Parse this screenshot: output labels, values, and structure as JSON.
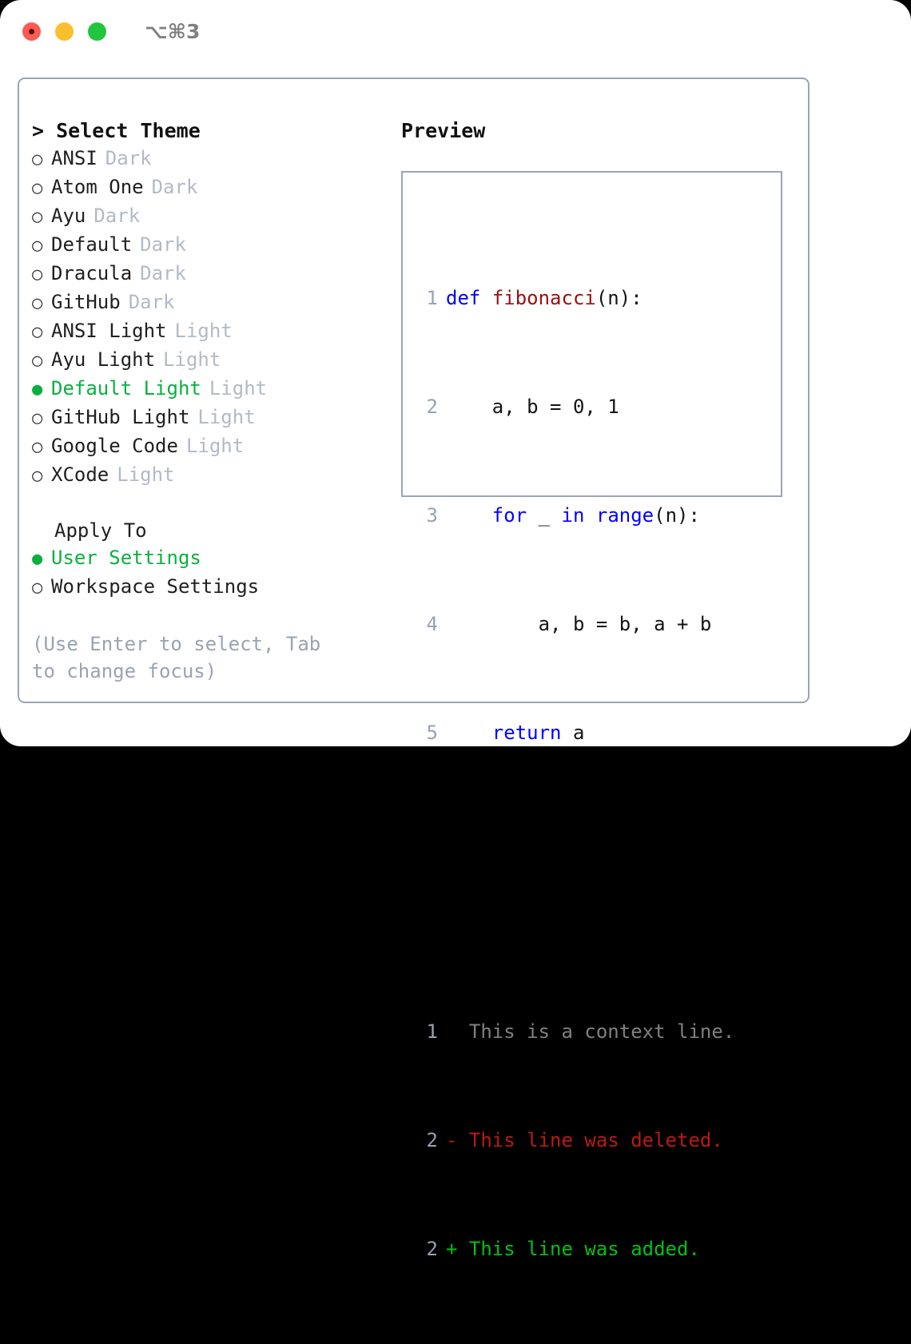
{
  "titlebar": {
    "buttons": [
      {
        "name": "close",
        "color": "#fb5b52"
      },
      {
        "name": "minimize",
        "color": "#fbbf2d"
      },
      {
        "name": "zoom",
        "color": "#22c53e"
      }
    ],
    "shortcut": "⌥⌘3"
  },
  "theme_picker": {
    "heading": "Select Theme",
    "caret": ">",
    "bullet_unselected": "○",
    "bullet_selected": "●",
    "selected_color": "#0ab03f",
    "tag_color": "#b3bac6",
    "items": [
      {
        "label": "ANSI",
        "tag": "Dark",
        "selected": false
      },
      {
        "label": "Atom One",
        "tag": "Dark",
        "selected": false
      },
      {
        "label": "Ayu",
        "tag": "Dark",
        "selected": false
      },
      {
        "label": "Default",
        "tag": "Dark",
        "selected": false
      },
      {
        "label": "Dracula",
        "tag": "Dark",
        "selected": false
      },
      {
        "label": "GitHub",
        "tag": "Dark",
        "selected": false
      },
      {
        "label": "ANSI Light",
        "tag": "Light",
        "selected": false
      },
      {
        "label": "Ayu Light",
        "tag": "Light",
        "selected": false
      },
      {
        "label": "Default Light",
        "tag": "Light",
        "selected": true
      },
      {
        "label": "GitHub Light",
        "tag": "Light",
        "selected": false
      },
      {
        "label": "Google Code",
        "tag": "Light",
        "selected": false
      },
      {
        "label": "XCode",
        "tag": "Light",
        "selected": false
      }
    ]
  },
  "apply_to": {
    "heading": "Apply To",
    "items": [
      {
        "label": "User Settings",
        "selected": true
      },
      {
        "label": "Workspace Settings",
        "selected": false
      }
    ]
  },
  "hint": "(Use Enter to select, Tab to change focus)",
  "preview": {
    "title": "Preview",
    "code_lines": [
      {
        "no": "1",
        "tokens": [
          {
            "t": "def",
            "c": "kw"
          },
          {
            "t": " ",
            "c": "pl"
          },
          {
            "t": "fibonacci",
            "c": "fn"
          },
          {
            "t": "(n):",
            "c": "pl"
          }
        ]
      },
      {
        "no": "2",
        "tokens": [
          {
            "t": "    a, b = 0, 1",
            "c": "pl"
          }
        ]
      },
      {
        "no": "3",
        "tokens": [
          {
            "t": "    ",
            "c": "pl"
          },
          {
            "t": "for",
            "c": "kw"
          },
          {
            "t": " _ ",
            "c": "pl"
          },
          {
            "t": "in",
            "c": "kw"
          },
          {
            "t": " ",
            "c": "pl"
          },
          {
            "t": "range",
            "c": "kw"
          },
          {
            "t": "(n):",
            "c": "pl"
          }
        ]
      },
      {
        "no": "4",
        "tokens": [
          {
            "t": "        a, b = b, a + b",
            "c": "pl"
          }
        ]
      },
      {
        "no": "5",
        "tokens": [
          {
            "t": "    ",
            "c": "pl"
          },
          {
            "t": "return",
            "c": "kw"
          },
          {
            "t": " a",
            "c": "pl"
          }
        ]
      }
    ],
    "diff_lines": [
      {
        "no": "1",
        "marker": " ",
        "text": " This is a context line.",
        "kind": "ctx"
      },
      {
        "no": "2",
        "marker": "-",
        "text": " This line was deleted.",
        "kind": "del"
      },
      {
        "no": "2",
        "marker": "+",
        "text": " This line was added.",
        "kind": "add"
      }
    ],
    "colors": {
      "keyword": "#0000ff",
      "function": "#9c0f0f",
      "plain": "#141414",
      "lineno": "#97a3b2",
      "context": "#808080",
      "deleted": "#b81b13",
      "added": "#00c314"
    }
  }
}
